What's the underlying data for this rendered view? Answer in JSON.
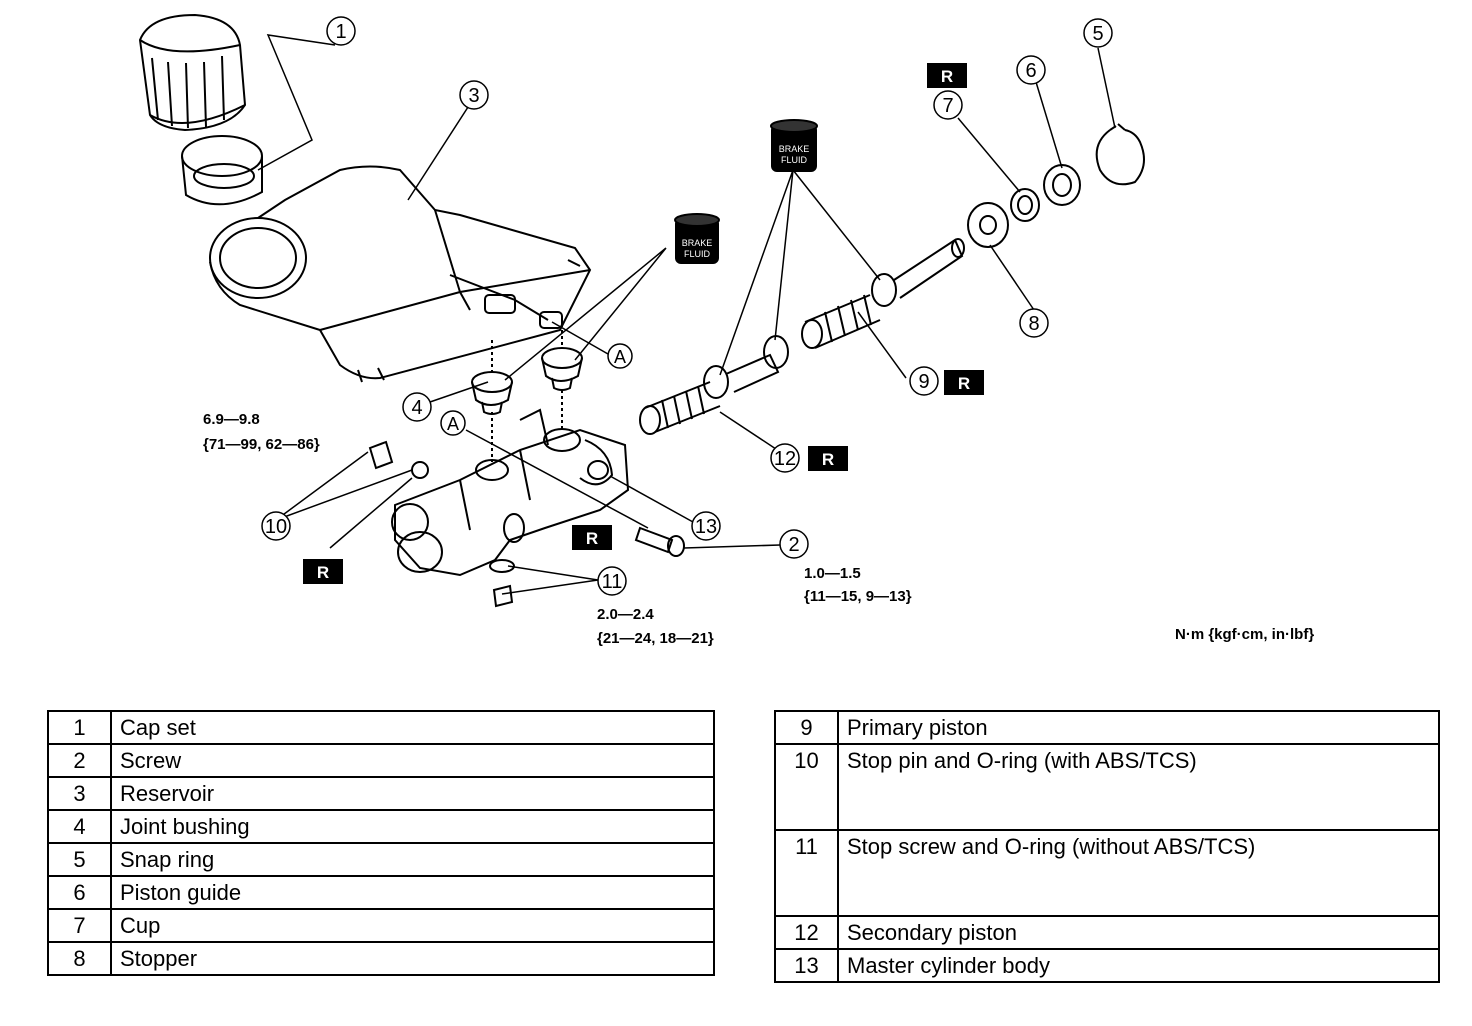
{
  "diagram": {
    "callouts": [
      "1",
      "2",
      "3",
      "4",
      "5",
      "6",
      "7",
      "8",
      "9",
      "10",
      "11",
      "12",
      "13"
    ],
    "reference_letter": "A",
    "replace_mark": "R",
    "fluid_label_line1": "BRAKE",
    "fluid_label_line2": "FLUID",
    "torque_stop_pin_line1": "6.9—9.8",
    "torque_stop_pin_line2": "{71—99, 62—86}",
    "torque_screw_line1": "1.0—1.5",
    "torque_screw_line2": "{11—15, 9—13}",
    "torque_stop_screw_line1": "2.0—2.4",
    "torque_stop_screw_line2": "{21—24, 18—21}",
    "torque_units": "N·m {kgf·cm, in·lbf}"
  },
  "parts_left": [
    {
      "num": "1",
      "name": "Cap set"
    },
    {
      "num": "2",
      "name": "Screw"
    },
    {
      "num": "3",
      "name": "Reservoir"
    },
    {
      "num": "4",
      "name": "Joint bushing"
    },
    {
      "num": "5",
      "name": "Snap ring"
    },
    {
      "num": "6",
      "name": "Piston guide"
    },
    {
      "num": "7",
      "name": "Cup"
    },
    {
      "num": "8",
      "name": "Stopper"
    }
  ],
  "parts_right": [
    {
      "num": "9",
      "name": "Primary piston"
    },
    {
      "num": "10",
      "name": "Stop pin and O-ring (with ABS/TCS)"
    },
    {
      "num": "11",
      "name": "Stop screw and O-ring (without ABS/TCS)"
    },
    {
      "num": "12",
      "name": "Secondary piston"
    },
    {
      "num": "13",
      "name": "Master cylinder body"
    }
  ]
}
